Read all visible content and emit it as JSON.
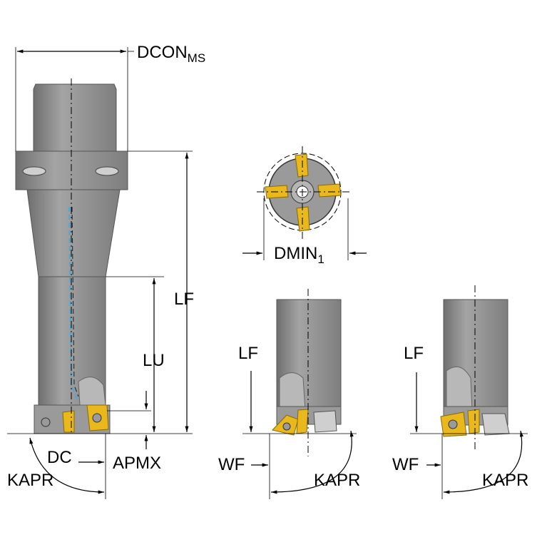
{
  "labels": {
    "dcon": "DCON",
    "dcon_sub": "MS",
    "lf_main": "LF",
    "lu": "LU",
    "dc": "DC",
    "apmx": "APMX",
    "kapr_main": "KAPR",
    "dmin": "DMIN",
    "dmin_sub": "1",
    "lf_mid": "LF",
    "wf_mid": "WF",
    "kapr_mid": "KAPR",
    "lf_right": "LF",
    "wf_right": "WF",
    "kapr_right": "KAPR"
  },
  "colors": {
    "body": "#8e8e8e",
    "insert": "#e9b81c",
    "coolant": "#4aa8d8"
  }
}
